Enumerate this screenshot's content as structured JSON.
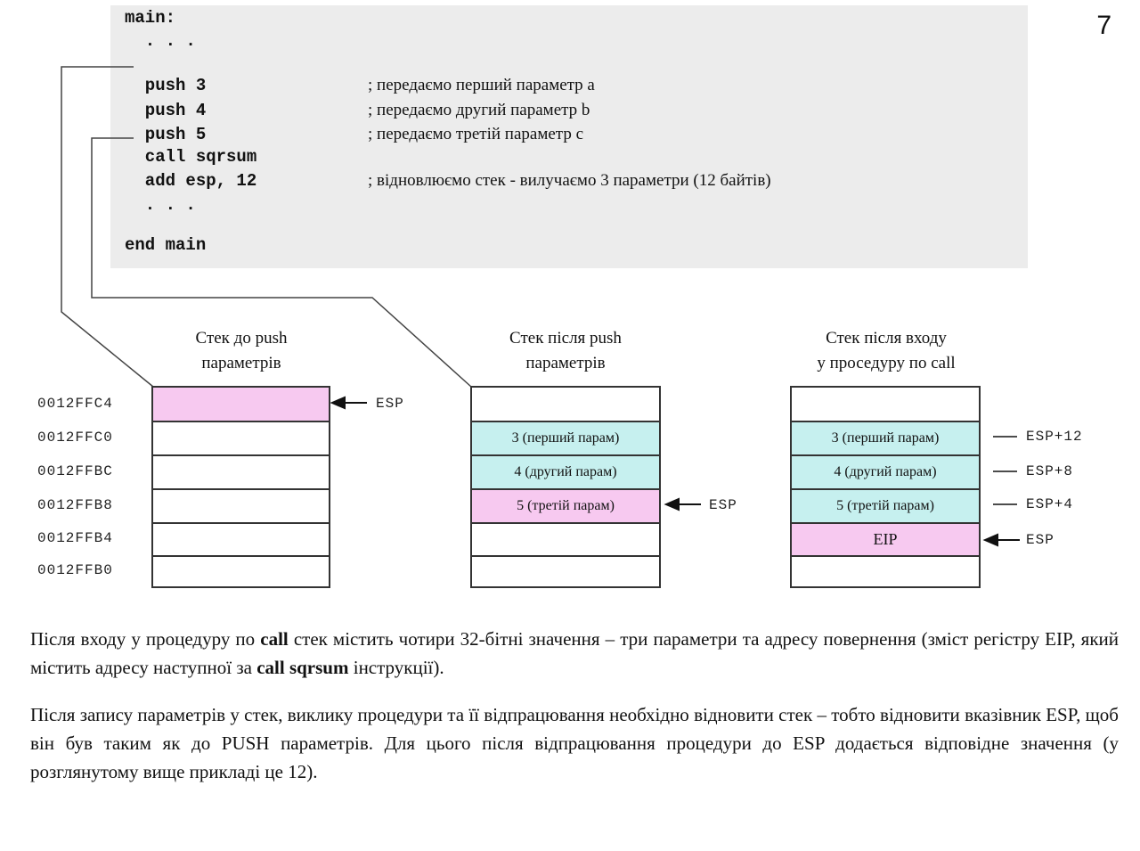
{
  "slide_number": "7",
  "code": [
    {
      "code": "main:",
      "comment": ""
    },
    {
      "code": "  . . .",
      "comment": ""
    },
    {
      "code": "  push 3",
      "comment": "; передаємо перший параметр a"
    },
    {
      "code": "  push 4",
      "comment": "; передаємо другий параметр b"
    },
    {
      "code": "  push 5",
      "comment": "; передаємо третій параметр c"
    },
    {
      "code": "  call sqrsum",
      "comment": ""
    },
    {
      "code": "  add esp, 12",
      "comment": "; відновлюємо стек - вилучаємо 3 параметри (12 байтів)"
    },
    {
      "code": "  . . .",
      "comment": ""
    },
    {
      "code": "end main",
      "comment": ""
    }
  ],
  "addresses": [
    "0012FFC4",
    "0012FFC0",
    "0012FFBC",
    "0012FFB8",
    "0012FFB4",
    "0012FFB0"
  ],
  "stacks": [
    {
      "title_line1": "Стек до push",
      "title_line2": "параметрів",
      "cells": [
        "",
        "",
        "",
        "",
        "",
        ""
      ],
      "esp_label": "ESP"
    },
    {
      "title_line1": "Стек після push",
      "title_line2": "параметрів",
      "cells": [
        "",
        "3 (перший парам)",
        "4 (другий парам)",
        "5 (третій парам)",
        "",
        ""
      ],
      "esp_label": "ESP"
    },
    {
      "title_line1": "Стек після входу",
      "title_line2": "у проседуру по call",
      "cells": [
        "",
        "3 (перший парам)",
        "4 (другий парам)",
        "5 (третій парам)",
        "EIP",
        ""
      ],
      "offset_labels": [
        "ESP+12",
        "ESP+8",
        "ESP+4"
      ],
      "esp_label": "ESP"
    }
  ],
  "colors": {
    "code_bg": "#ececec",
    "esp_cell": "#f7c9f0",
    "param_cell": "#c6f0ef",
    "empty_cell": "#ffffff"
  },
  "paragraph1": {
    "t1": "Після входу у процедуру по ",
    "b1": "call",
    "t2": " стек містить чотири 32-бітні значення – три параметри та адресу повернення (зміст регістру EIP, який містить адресу наступної за ",
    "b2": "call sqrsum",
    "t3": " інструкції)."
  },
  "paragraph2": "Після запису параметрів у стек, виклику процедури та її відпрацювання необхідно відновити стек – тобто відновити вказівник ESP, щоб він був таким як до PUSH параметрів. Для цього після відпрацювання процедури до ESP додається відповідне значення (у розглянутому вище прикладі це 12)."
}
